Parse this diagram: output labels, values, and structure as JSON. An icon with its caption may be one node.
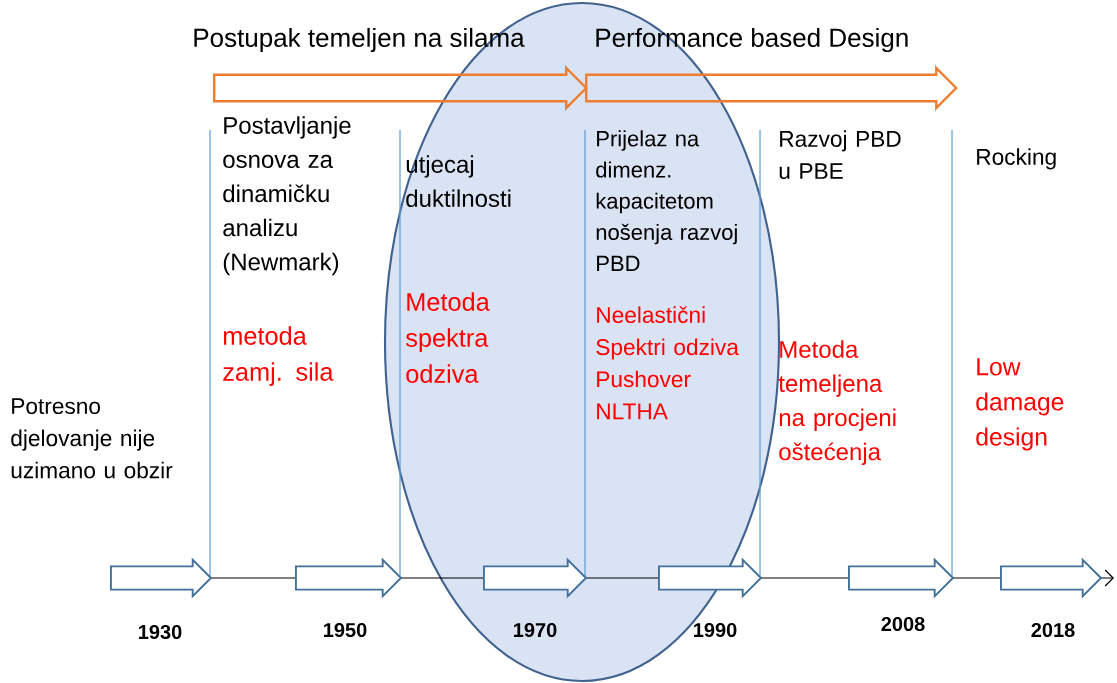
{
  "diagram": {
    "nodes": [
      {
        "text": [
          "Postupak temeljen na silama"
        ]
      },
      {
        "text": [
          "Performance based Design"
        ]
      },
      {
        "text": [],
        "shape": "ellipse"
      }
    ],
    "labels": [
      "Potresno djelovanje nije uzimano u obzir",
      "Postavljanje osnova za dinamičku analizu (Newmark)",
      "metoda zamj. sila",
      "utjecaj duktilnosti",
      "Metoda spektra odziva",
      "Prijelaz na dimenz. kapacitetom nošenja razvoj PBD",
      "Neelastični Spektri odziva Pushover NLTHA",
      "Razvoj PBD u PBE",
      "Metoda temeljena na procjeni oštećenja",
      "Rocking",
      "Low damage design",
      "1930",
      "1950",
      "1970",
      "1990",
      "2008",
      "2018"
    ]
  }
}
